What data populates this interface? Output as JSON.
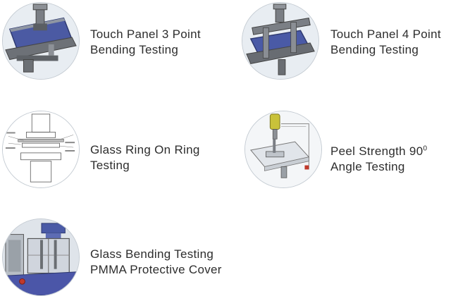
{
  "items": [
    {
      "line1": "Touch  Panel 3 Point",
      "line2": "Bending Testing"
    },
    {
      "line1": "Touch Panel 4 Point",
      "line2": "Bending Testing"
    },
    {
      "line1": "Glass Ring On Ring",
      "line2": "Testing"
    },
    {
      "line1": "Peel Strength 90",
      "line1_sup": "0",
      "line2": "Angle Testing"
    },
    {
      "line1": "Glass Bending Testing",
      "line2": "PMMA Protective Cover"
    }
  ],
  "colors": {
    "panel_blue": "#4a5aa6",
    "frame_gray": "#6b6f74",
    "yellow_head": "#c9c23a",
    "accent_red": "#c0392b"
  }
}
